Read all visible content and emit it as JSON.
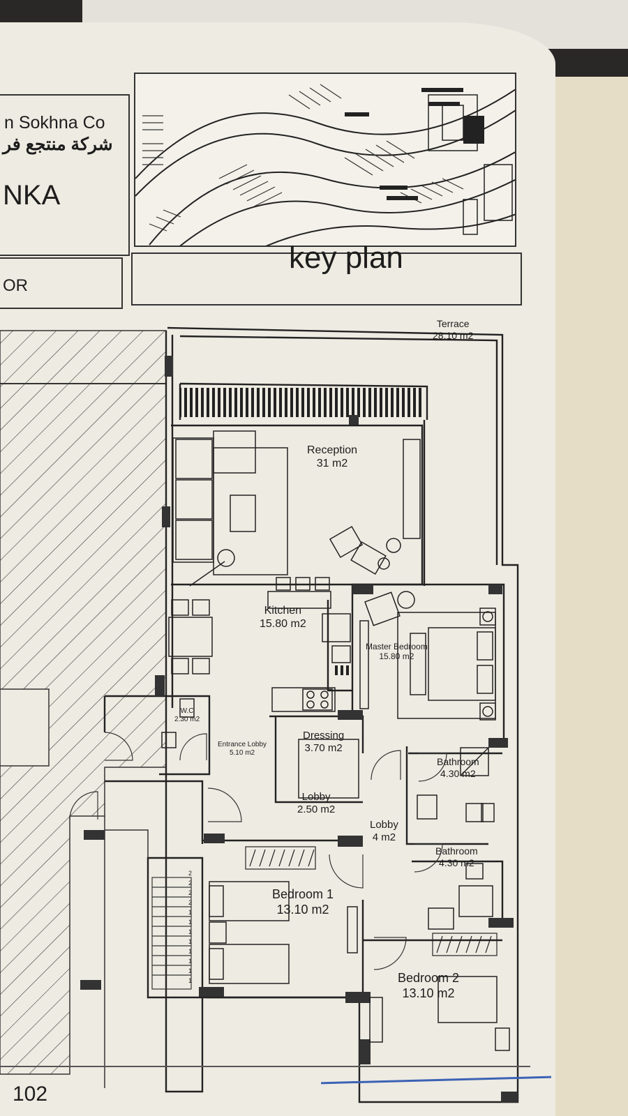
{
  "header": {
    "company_en": "n Sokhna Co",
    "company_ar": "شركة منتجع فر",
    "project": "NKA",
    "floor": "OR",
    "key_plan": "key plan"
  },
  "rooms": [
    {
      "id": "terrace",
      "name": "Terrace",
      "area": "28.10 m2"
    },
    {
      "id": "reception",
      "name": "Reception",
      "area": "31 m2"
    },
    {
      "id": "kitchen",
      "name": "Kitchen",
      "area": "15.80 m2"
    },
    {
      "id": "master-bedroom",
      "name": "Master Bedroom",
      "area": "15.80 m2"
    },
    {
      "id": "wc",
      "name": "W.C",
      "area": "2.30 m2"
    },
    {
      "id": "entrance-lobby",
      "name": "Entrance Lobby",
      "area": "5.10 m2"
    },
    {
      "id": "dressing",
      "name": "Dressing",
      "area": "3.70 m2"
    },
    {
      "id": "bathroom-1",
      "name": "Bathroom",
      "area": "4.30 m2"
    },
    {
      "id": "lobby-1",
      "name": "Lobby",
      "area": "2.50 m2"
    },
    {
      "id": "lobby-2",
      "name": "Lobby",
      "area": "4 m2"
    },
    {
      "id": "bathroom-2",
      "name": "Bathroom",
      "area": "4.30 m2"
    },
    {
      "id": "bedroom-1",
      "name": "Bedroom 1",
      "area": "13.10 m2"
    },
    {
      "id": "bedroom-2",
      "name": "Bedroom 2",
      "area": "13.10 m2"
    }
  ],
  "stairs": {
    "step_numbers": [
      "2",
      "2",
      "2",
      "2",
      "1",
      "1",
      "1",
      "1",
      "1",
      "1",
      "1",
      "1"
    ]
  },
  "footer": {
    "page_number": "102"
  },
  "colors": {
    "paper": "#eeebe2",
    "ink": "#1d1d1d",
    "background": "#2a2826",
    "facing_page": "#e6ddc7",
    "hatch": "#3a3a3a"
  }
}
